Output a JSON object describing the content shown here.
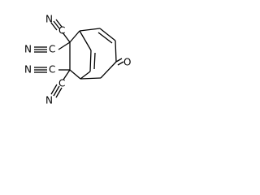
{
  "molecule": {
    "atoms": {
      "nitrile_1_n": "N",
      "nitrile_1_c": "C",
      "nitrile_2_n": "N",
      "nitrile_2_c": "C",
      "nitrile_3_n": "N",
      "nitrile_3_c": "C",
      "nitrile_4_n": "N",
      "nitrile_4_c": "C",
      "carbonyl_o": "O"
    },
    "colors": {
      "bond": "#000000",
      "label": "#000000",
      "background": "#ffffff"
    }
  }
}
